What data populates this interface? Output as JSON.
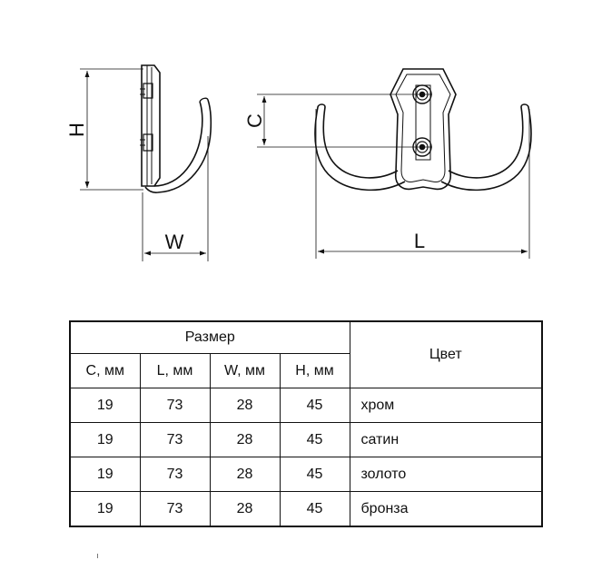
{
  "drawing": {
    "side_view": {
      "height_label": "H",
      "width_label": "W"
    },
    "front_view": {
      "spacing_label": "C",
      "length_label": "L"
    }
  },
  "table": {
    "group_header": "Размер",
    "color_header": "Цвет",
    "columns": [
      "C, мм",
      "L, мм",
      "W, мм",
      "H, мм"
    ],
    "rows": [
      {
        "c": "19",
        "l": "73",
        "w": "28",
        "h": "45",
        "color": "хром"
      },
      {
        "c": "19",
        "l": "73",
        "w": "28",
        "h": "45",
        "color": "сатин"
      },
      {
        "c": "19",
        "l": "73",
        "w": "28",
        "h": "45",
        "color": "золото"
      },
      {
        "c": "19",
        "l": "73",
        "w": "28",
        "h": "45",
        "color": "бронза"
      }
    ]
  }
}
